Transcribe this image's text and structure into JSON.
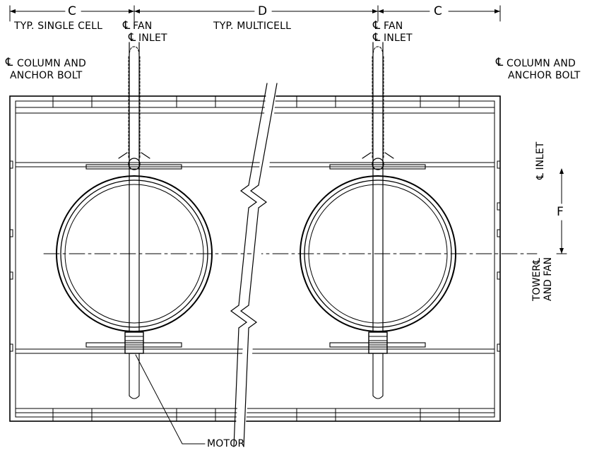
{
  "dimensions": {
    "c_left": "C",
    "d": "D",
    "c_right": "C",
    "f": "F"
  },
  "labels": {
    "typ_single_cell": "TYP. SINGLE CELL",
    "typ_multicell": "TYP. MULTICELL",
    "fan_left_1": "FAN",
    "fan_left_2": "INLET",
    "fan_right_1": "FAN",
    "fan_right_2": "INLET",
    "column_left_1": "COLUMN AND",
    "column_left_2": "ANCHOR BOLT",
    "column_right_1": "COLUMN AND",
    "column_right_2": "ANCHOR BOLT",
    "inlet_vertical": "INLET",
    "tower_fan_1": "TOWER",
    "tower_fan_2": "AND FAN",
    "motor": "MOTOR"
  },
  "symbols": {
    "centerline": "℄"
  },
  "colors": {
    "line": "#000000",
    "background": "#ffffff"
  }
}
